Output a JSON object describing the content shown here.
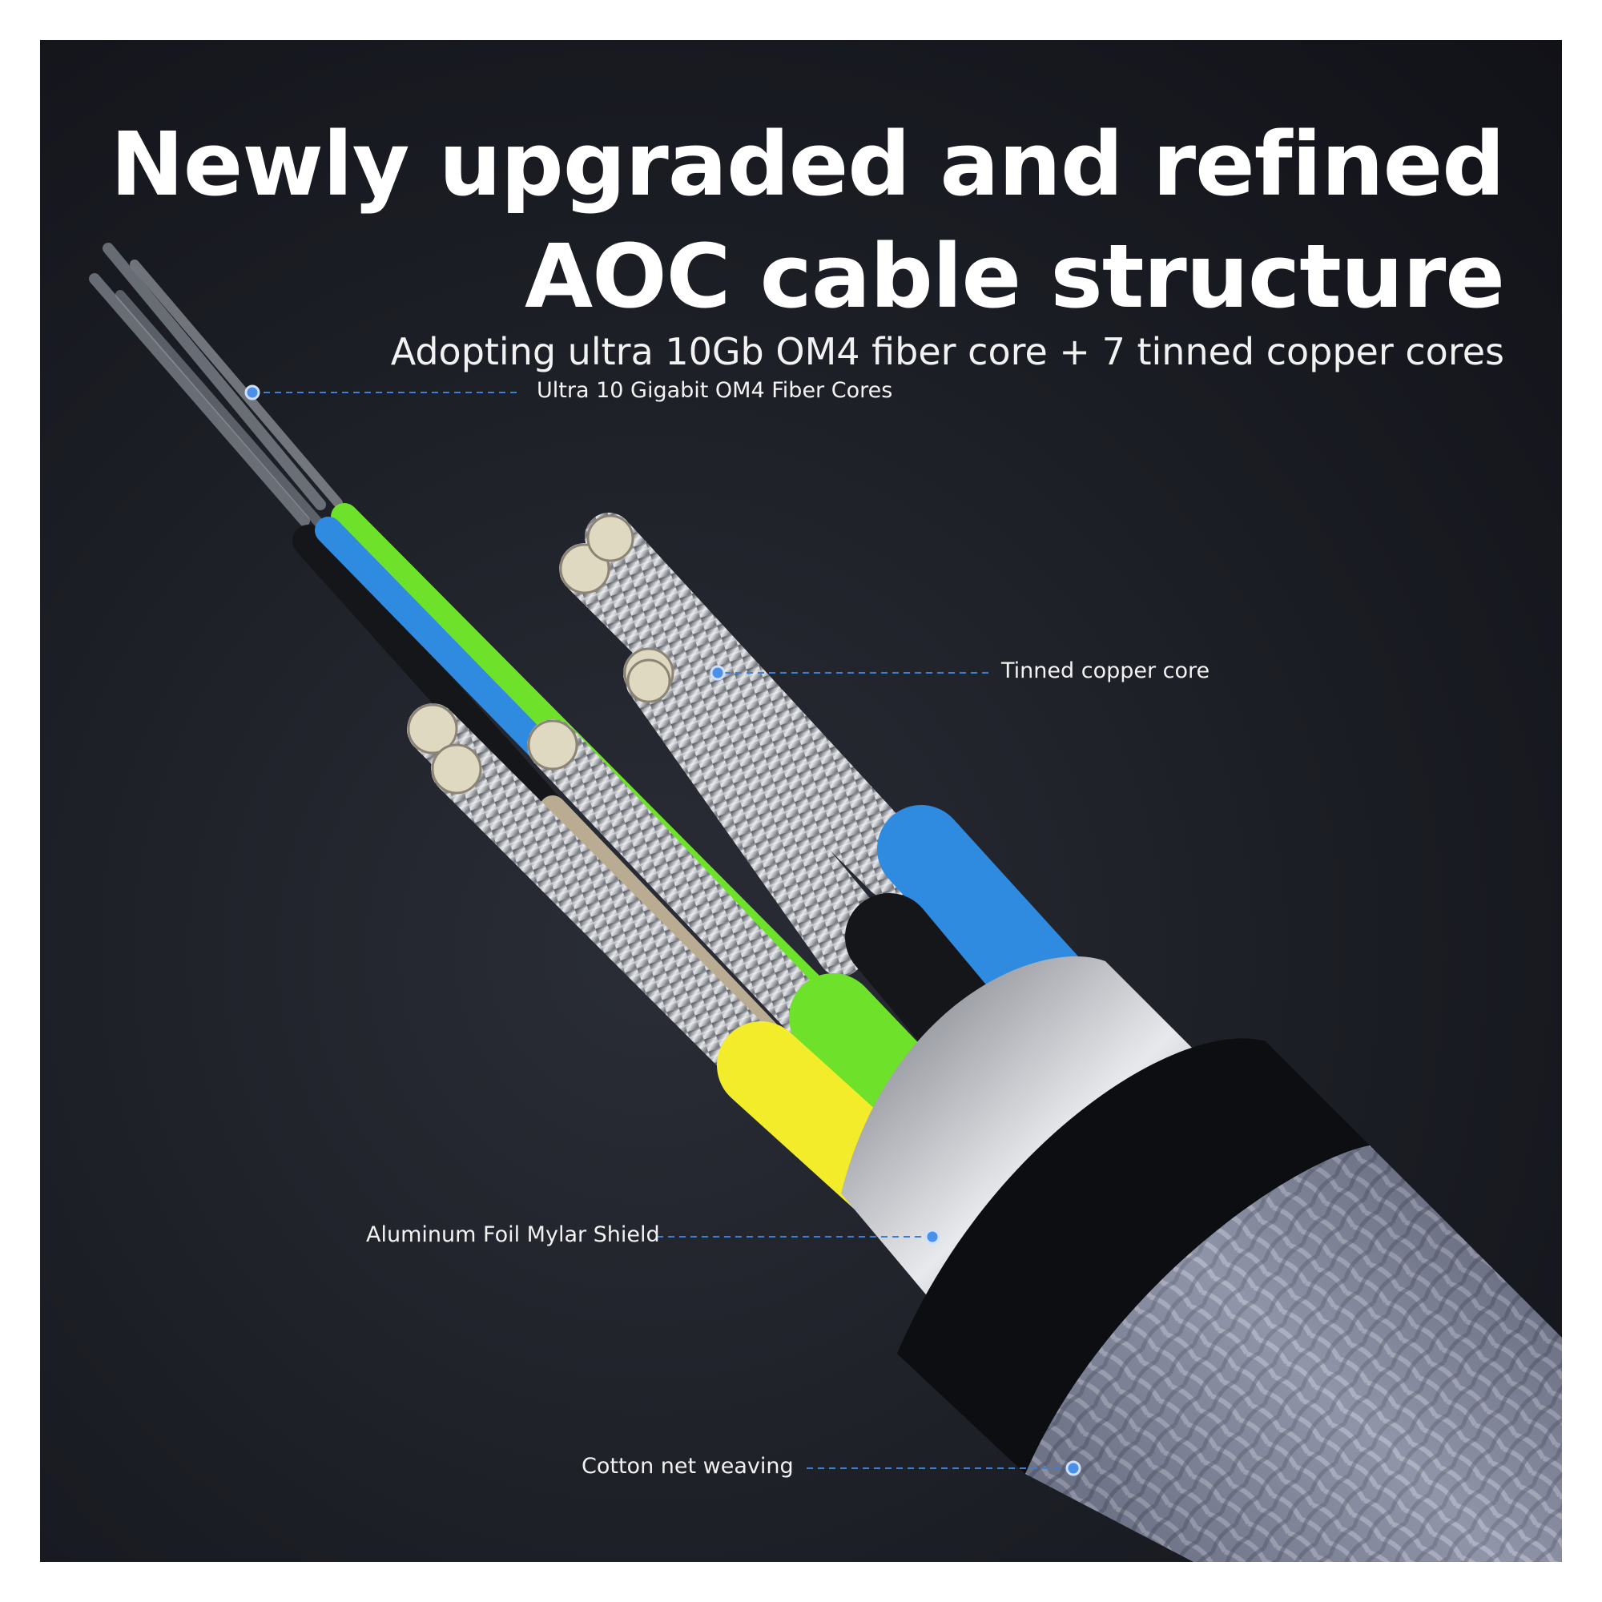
{
  "headline": {
    "line1": "Newly upgraded and refined",
    "line2": "AOC cable structure"
  },
  "subtitle": "Adopting ultra 10Gb OM4 fiber core + 7 tinned copper cores",
  "callouts": [
    {
      "text": "Ultra 10 Gigabit OM4 Fiber Cores"
    },
    {
      "text": "Tinned copper core"
    },
    {
      "text": "Aluminum Foil Mylar Shield"
    },
    {
      "text": "Cotton net weaving"
    }
  ],
  "colors": {
    "background": "#1b1d24",
    "leader_line": "#3d7fd6",
    "leader_dot": "#4a8fe8",
    "core_blue": "#2f8be0",
    "core_green": "#6ee22a",
    "core_yellow": "#f2ec2a",
    "core_black": "#15161a",
    "braid": "#8d92a6"
  }
}
